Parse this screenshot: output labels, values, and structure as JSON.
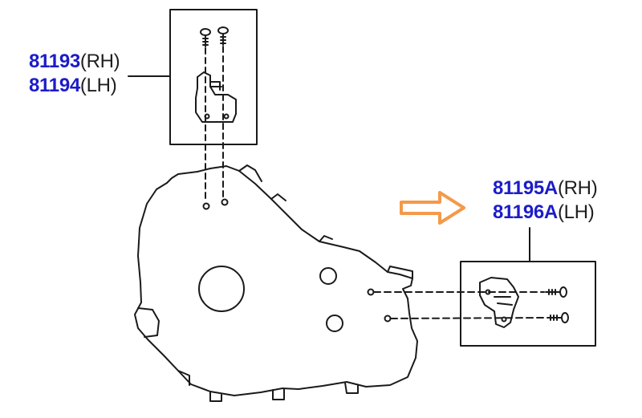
{
  "colors": {
    "part_number": "#1c1cc8",
    "side_label": "#1e1e1e",
    "line_art": "#1a1a1a",
    "arrow": "#f39a4a"
  },
  "callouts": {
    "upper": {
      "rh": {
        "part": "81193",
        "side": "(RH)"
      },
      "lh": {
        "part": "81194",
        "side": "(LH)"
      }
    },
    "right": {
      "rh": {
        "part": "81195A",
        "side": "(RH)"
      },
      "lh": {
        "part": "81196A",
        "side": "(LH)"
      }
    }
  },
  "icons": {
    "upper_detail": "bracket-with-screws",
    "right_detail": "bracket-with-screws",
    "pointer": "orange-outline-arrow-right"
  }
}
